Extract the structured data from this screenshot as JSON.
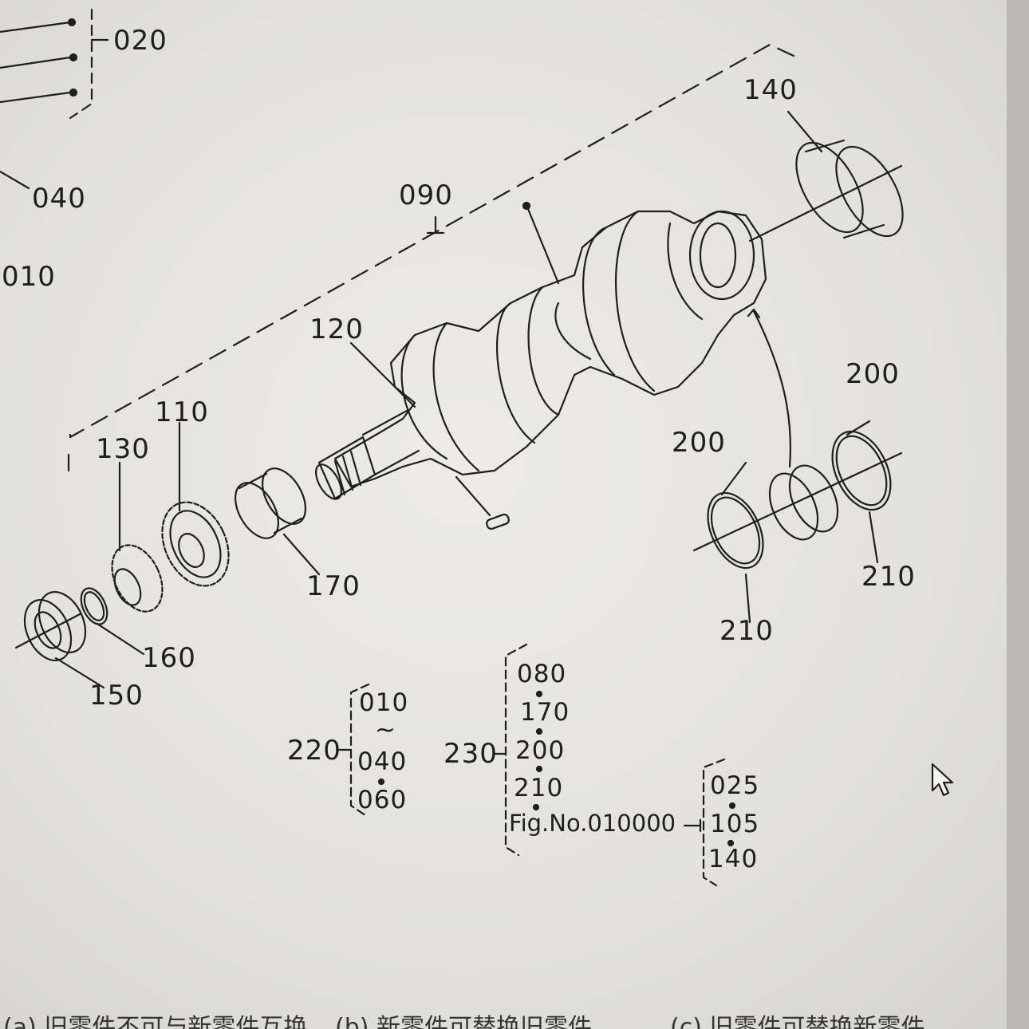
{
  "diagram": {
    "part_labels": {
      "p020": "020",
      "p040": "040",
      "p010": "010",
      "p090": "090",
      "p140": "140",
      "p120": "120",
      "p110": "110",
      "p130": "130",
      "p200a": "200",
      "p200b": "200",
      "p170": "170",
      "p210a": "210",
      "p210b": "210",
      "p160": "160",
      "p150": "150"
    },
    "groups": {
      "g220": {
        "label": "220",
        "items": [
          "010",
          "~",
          "040",
          "060"
        ]
      },
      "g230": {
        "label": "230",
        "items": [
          "080",
          "170",
          "200",
          "210",
          "Fig.No.010000"
        ]
      },
      "gfig": {
        "items": [
          "025",
          "105",
          "140"
        ]
      }
    }
  },
  "footer": {
    "left": "(a) 旧零件不可与新零件互换",
    "mid": "(b) 新零件可替换旧零件",
    "right": "(c) 旧零件可替换新零件"
  },
  "icons": {
    "cursor": "mouse-pointer-icon"
  },
  "colors": {
    "ink": "#1e1e1e",
    "paper": "#e6e5e0"
  }
}
